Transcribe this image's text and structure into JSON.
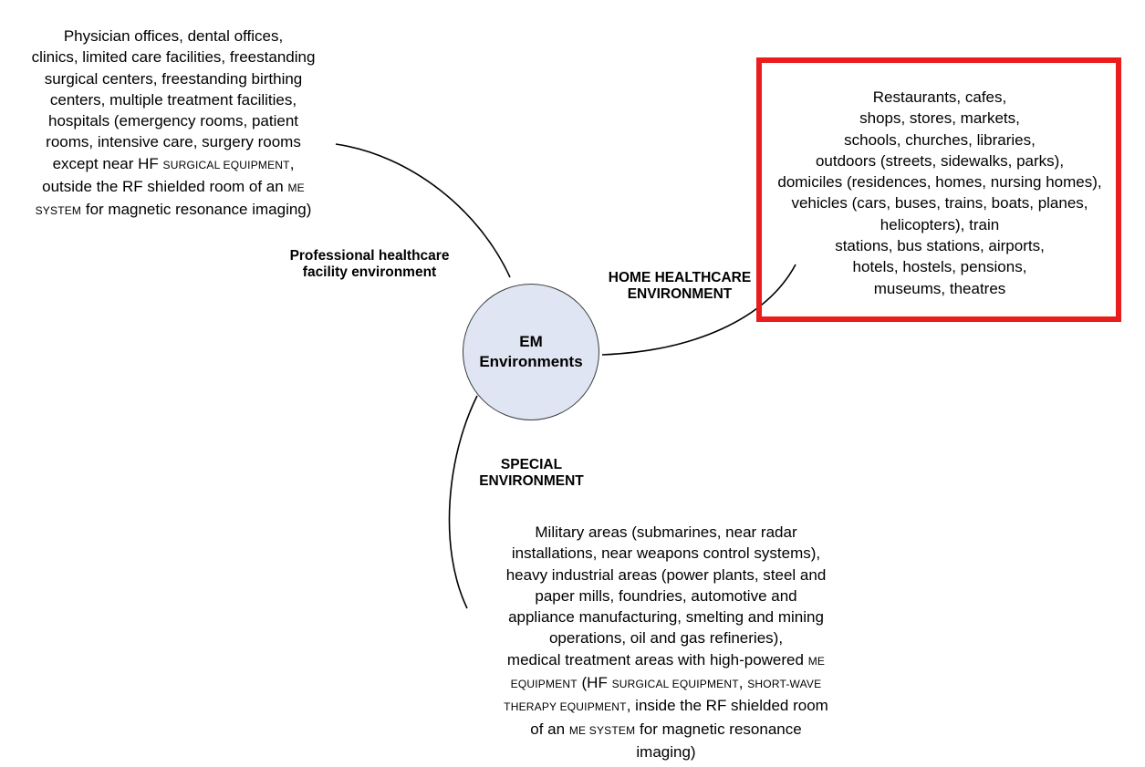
{
  "center": {
    "line1": "EM",
    "line2": "Environments"
  },
  "professional": {
    "label_line1": "Professional healthcare",
    "label_line2": "facility environment",
    "desc": {
      "l1": "Physician offices, dental offices,",
      "l2": "clinics, limited care facilities, freestanding",
      "l3": "surgical centers, freestanding birthing",
      "l4": "centers, multiple treatment facilities,",
      "l5": "hospitals (emergency rooms, patient",
      "l6": "rooms, intensive care, surgery rooms",
      "l7a": "except near HF ",
      "l7b": "SURGICAL EQUIPMENT",
      "l7c": ",",
      "l8a": "outside the RF shielded room of an ",
      "l8b": "ME",
      "l9a": "SYSTEM",
      "l9b": " for magnetic resonance imaging)"
    }
  },
  "home": {
    "label_line1": "HOME HEALTHCARE",
    "label_line2": "ENVIRONMENT",
    "desc": {
      "l1": "Restaurants, cafes,",
      "l2": "shops, stores, markets,",
      "l3": "schools, churches, libraries,",
      "l4": "outdoors (streets, sidewalks, parks),",
      "l5": "domiciles (residences, homes, nursing homes),",
      "l6": "vehicles (cars, buses, trains, boats, planes,",
      "l7": "helicopters), train",
      "l8": "stations, bus stations, airports,",
      "l9": "hotels, hostels, pensions,",
      "l10": "museums, theatres"
    }
  },
  "special": {
    "label_line1": "SPECIAL",
    "label_line2": "ENVIRONMENT",
    "desc": {
      "l1": "Military areas (submarines, near radar",
      "l2": "installations, near weapons control systems),",
      "l3": "heavy industrial areas (power plants, steel and",
      "l4": "paper mills, foundries, automotive and",
      "l5": "appliance manufacturing, smelting and mining",
      "l6": "operations, oil and gas refineries),",
      "l7a": "medical treatment areas with high-powered ",
      "l7b": "ME",
      "l8a": "EQUIPMENT",
      "l8b": " (HF ",
      "l8c": "SURGICAL EQUIPMENT",
      "l8d": ", ",
      "l8e": "SHORT-WAVE",
      "l9a": "THERAPY EQUIPMENT",
      "l9b": ", inside the RF shielded room",
      "l10a": "of an ",
      "l10b": "ME SYSTEM",
      "l10c": " for magnetic resonance",
      "l11": "imaging)"
    }
  },
  "colors": {
    "highlight_border": "#ea1c1c",
    "node_fill": "#dfe5f2",
    "line": "#000000"
  }
}
